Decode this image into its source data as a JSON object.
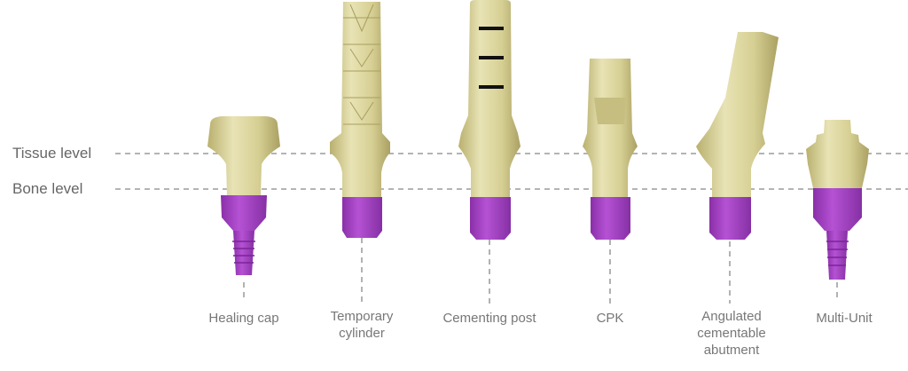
{
  "levels": {
    "tissue": "Tissue level",
    "bone": "Bone level"
  },
  "components": [
    {
      "name": "Healing cap",
      "lines": [
        "Healing cap"
      ]
    },
    {
      "name": "Temporary cylinder",
      "lines": [
        "Temporary",
        "cylinder"
      ]
    },
    {
      "name": "Cementing post",
      "lines": [
        "Cementing post"
      ]
    },
    {
      "name": "CPK",
      "lines": [
        "CPK"
      ]
    },
    {
      "name": "Angulated cementable abutment",
      "lines": [
        "Angulated",
        "cementable",
        "abutment"
      ]
    },
    {
      "name": "Multi-Unit",
      "lines": [
        "Multi-Unit"
      ]
    }
  ],
  "colors": {
    "gold": "#d9d39c",
    "gold_dark": "#b8b070",
    "purple": "#a540c4",
    "purple_dark": "#8a2fa8",
    "line": "#888888"
  }
}
